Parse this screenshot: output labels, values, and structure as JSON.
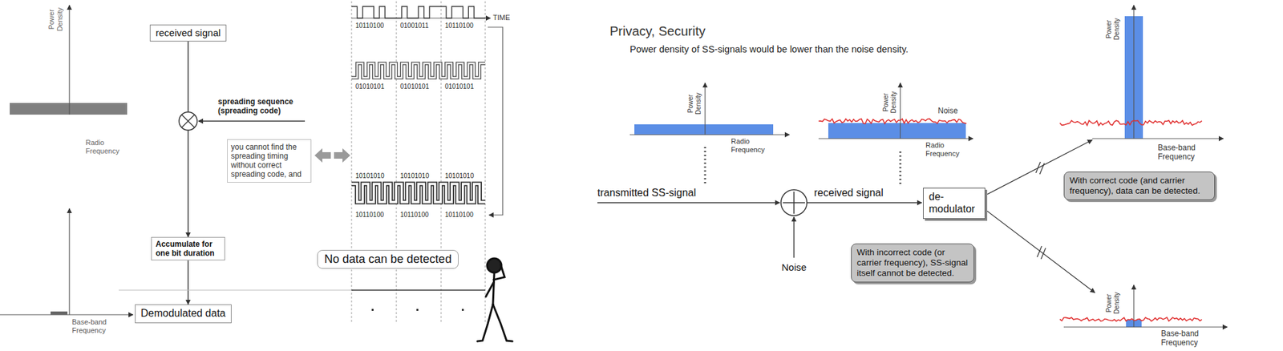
{
  "diagram": {
    "title": "Privacy, Security",
    "nodes": [
      {
        "text": [
          "received signal"
        ]
      },
      {
        "text": [
          "you cannot find the spreading timing without correct spreading code, and"
        ]
      },
      {
        "text": [
          "Accumulate for one bit duration"
        ]
      },
      {
        "text": [
          "Demodulated data"
        ]
      },
      {
        "text": [
          "No data can be detected"
        ]
      },
      {
        "text": [
          "de-modulator"
        ]
      },
      {
        "text": [
          "With correct code (and carrier frequency), data can be detected."
        ]
      },
      {
        "text": [
          "With incorrect code (or carrier frequency), SS-signal itself cannot be detected."
        ]
      }
    ],
    "edges": [
      {
        "from": 0,
        "to": 2,
        "arrow": "to"
      },
      {
        "from": 2,
        "to": 3,
        "arrow": "to"
      }
    ],
    "labels": [
      "Power Density",
      "Radio Frequency",
      "Base-band Frequency",
      "spreading sequence (spreading code)",
      "TIME",
      "10110100",
      "01001011",
      "10110100",
      "01010101",
      "01010101",
      "01010101",
      "10101010",
      "10101010",
      "10101010",
      "10110100",
      "10110100",
      "10110100",
      "Power density of SS-signals would be lower than the noise density.",
      "Power Density",
      "Radio Frequency",
      "Power Density",
      "Noise",
      "Radio Frequency",
      "transmitted SS-signal",
      "received signal",
      "Noise",
      "Power Density",
      "Base-band Frequency",
      "Power Density",
      "Base-band Frequency"
    ]
  }
}
